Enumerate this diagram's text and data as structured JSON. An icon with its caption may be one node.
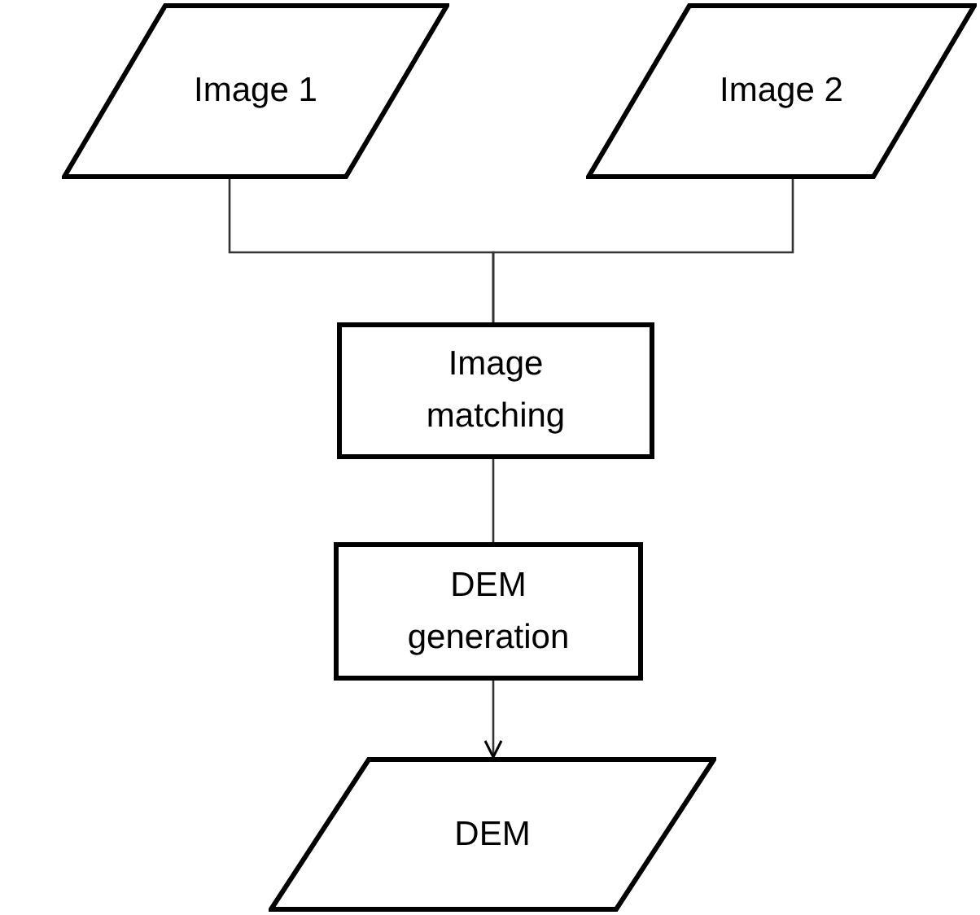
{
  "diagram": {
    "nodes": [
      {
        "text": [
          "Image 1"
        ]
      },
      {
        "text": [
          "Image 2"
        ]
      },
      {
        "text": [
          "Image matching"
        ]
      },
      {
        "text": [
          "DEM generation"
        ]
      },
      {
        "text": [
          "DEM"
        ]
      }
    ],
    "edges": [
      {
        "from": 0,
        "to": 2,
        "arrow": "none"
      },
      {
        "from": 1,
        "to": 2,
        "arrow": "none"
      },
      {
        "from": 2,
        "to": 3,
        "arrow": "none"
      },
      {
        "from": 3,
        "to": 4,
        "arrow": "to"
      }
    ]
  }
}
